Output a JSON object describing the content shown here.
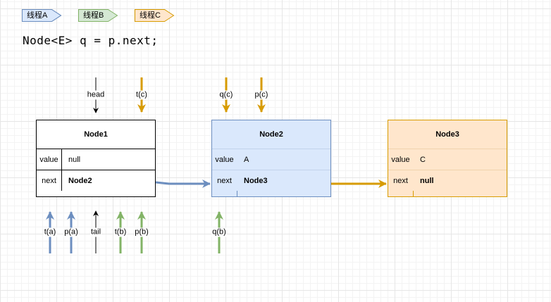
{
  "legend": [
    {
      "label": "线程A",
      "fill": "#dae8fc",
      "stroke": "#6c8ebf"
    },
    {
      "label": "线程B",
      "fill": "#d5e8d4",
      "stroke": "#82b366"
    },
    {
      "label": "线程C",
      "fill": "#ffe6cc",
      "stroke": "#d79b00"
    }
  ],
  "code": "Node<E> q = p.next;",
  "nodes": {
    "node1": {
      "title": "Node1",
      "value_key": "value",
      "value": "null",
      "next_key": "next",
      "next": "Node2"
    },
    "node2": {
      "title": "Node2",
      "value_key": "value",
      "value": "A",
      "next_key": "next",
      "next": "Node3"
    },
    "node3": {
      "title": "Node3",
      "value_key": "value",
      "value": "C",
      "next_key": "next",
      "next": "null"
    }
  },
  "pointers": {
    "head": "head",
    "t_c": "t(c)",
    "q_c": "q(c)",
    "p_c": "p(c)",
    "t_a": "t(a)",
    "p_a": "p(a)",
    "tail": "tail",
    "t_b": "t(b)",
    "p_b": "p(b)",
    "q_b": "q(b)"
  },
  "colors": {
    "thread_a": "#6c8ebf",
    "thread_b": "#82b366",
    "thread_c": "#d79b00",
    "neutral": "#000000"
  }
}
